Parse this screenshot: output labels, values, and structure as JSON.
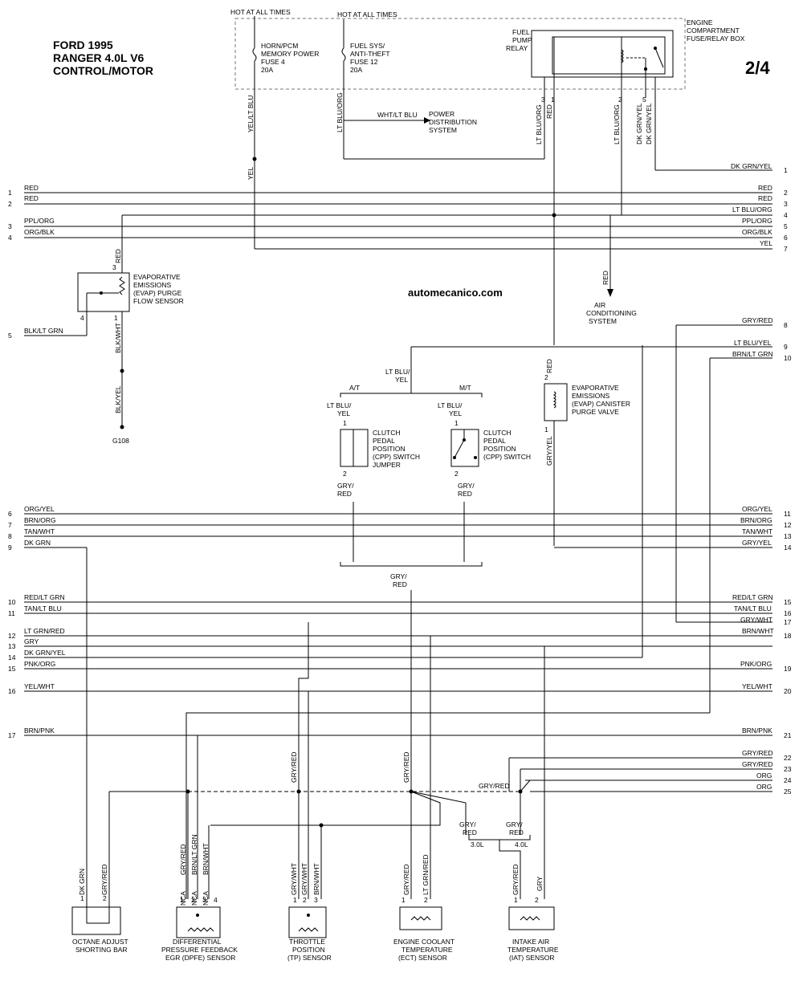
{
  "header": {
    "title_line1": "FORD 1995",
    "title_line2": "RANGER  4.0L V6",
    "title_line3": "CONTROL/MOTOR",
    "page": "2/4",
    "watermark": "automecanico.com"
  },
  "power": {
    "hot1": "HOT AT ALL TIMES",
    "hot2": "HOT AT ALL TIMES",
    "fuse4": [
      "HORN/PCM",
      "MEMORY POWER",
      "FUSE 4",
      "20A"
    ],
    "fuse12": [
      "FUEL SYS/",
      "ANTI-THEFT",
      "FUSE 12",
      "20A"
    ],
    "relay": [
      "FUEL",
      "PUMP",
      "RELAY"
    ],
    "fusebox": [
      "ENGINE",
      "COMPARTMENT",
      "FUSE/RELAY BOX"
    ],
    "pds": [
      "POWER",
      "DISTRIBUTION",
      "SYSTEM"
    ],
    "pds_wire": "WHT/LT BLU",
    "ac": [
      "AIR",
      "CONDITIONING",
      "SYSTEM"
    ]
  },
  "vertical_labels": {
    "yel_lt_blu": "YEL/LT BLU",
    "yel": "YEL",
    "lt_blu_org_a": "LT BLU/ORG",
    "lt_blu_org_b": "LT BLU/ORG",
    "red_relay": "RED",
    "lt_blu_org_c": "LT BLU/ORG",
    "dk_grn_yel_a": "DK GRN/YEL",
    "dk_grn_yel_b": "DK GRN/YEL",
    "red_evap": "RED",
    "blk_wht": "BLK/WHT",
    "blk_yel": "BLK/YEL",
    "red_ac": "RED",
    "red_canister": "RED",
    "gry_yel": "GRY/YEL"
  },
  "pins": {
    "relay_3": "3",
    "relay_1": "1",
    "relay_2": "2",
    "relay_5": "5",
    "evap_3": "3",
    "evap_4": "4",
    "evap_1": "1",
    "can_2": "2",
    "can_1": "1",
    "cpp1_1": "1",
    "cpp1_2": "2",
    "cpp2_1": "1",
    "cpp2_2": "2"
  },
  "left_numbers": [
    "1",
    "2",
    "3",
    "4",
    "5",
    "6",
    "7",
    "8",
    "9",
    "10",
    "11",
    "12",
    "13",
    "14",
    "15",
    "16",
    "17"
  ],
  "right_numbers": [
    "1",
    "2",
    "3",
    "4",
    "5",
    "6",
    "7",
    "8",
    "9",
    "10",
    "11",
    "12",
    "13",
    "14",
    "15",
    "16",
    "17",
    "18",
    "19",
    "20",
    "21",
    "22",
    "23",
    "24",
    "25"
  ],
  "wires": {
    "red1": "RED",
    "red2": "RED",
    "ppl_org": "PPL/ORG",
    "org_blk": "ORG/BLK",
    "blk_lt_grn": "BLK/LT GRN",
    "r_dk_grn_yel": "DK GRN/YEL",
    "r_red1": "RED",
    "r_red2": "RED",
    "r_lt_blu_org": "LT BLU/ORG",
    "r_ppl_org": "PPL/ORG",
    "r_org_blk": "ORG/BLK",
    "r_yel": "YEL",
    "r_gry_red": "GRY/RED",
    "r_lt_blu_yel": "LT BLU/YEL",
    "r_brn_lt_grn": "BRN/LT GRN",
    "org_yel": "ORG/YEL",
    "brn_org": "BRN/ORG",
    "tan_wht": "TAN/WHT",
    "dk_grn": "DK GRN",
    "r_org_yel": "ORG/YEL",
    "r_brn_org": "BRN/ORG",
    "r_tan_wht": "TAN/WHT",
    "r_gry_yel": "GRY/YEL",
    "red_lt_grn": "RED/LT GRN",
    "tan_lt_blu": "TAN/LT BLU",
    "r_red_lt_grn": "RED/LT GRN",
    "r_tan_lt_blu": "TAN/LT BLU",
    "r_gry_wht": "GRY/WHT",
    "lt_grn_red": "LT GRN/RED",
    "r_brn_wht": "BRN/WHT",
    "gry": "GRY",
    "dk_grn_yel": "DK GRN/YEL",
    "pnk_org": "PNK/ORG",
    "r_pnk_org": "PNK/ORG",
    "yel_wht": "YEL/WHT",
    "r_yel_wht": "YEL/WHT",
    "brn_pnk": "BRN/PNK",
    "r_brn_pnk": "BRN/PNK",
    "r_gry_red22": "GRY/RED",
    "r_gry_red23": "GRY/RED",
    "r_org24": "ORG",
    "r_org25": "ORG",
    "gry_red_mid": "GRY/RED"
  },
  "components": {
    "evap_sensor": [
      "EVAPORATIVE",
      "EMISSIONS",
      "(EVAP) PURGE",
      "FLOW SENSOR"
    ],
    "g108": "G108",
    "canister": [
      "EVAPORATIVE",
      "EMISSIONS",
      "(EVAP) CANISTER",
      "PURGE VALVE"
    ],
    "at": "A/T",
    "mt": "M/T",
    "lt_blu_yel_top": [
      "LT BLU/",
      "YEL"
    ],
    "lt_blu_yel_a": [
      "LT BLU/",
      "YEL"
    ],
    "lt_blu_yel_b": [
      "LT BLU/",
      "YEL"
    ],
    "cpp_jumper": [
      "CLUTCH",
      "PEDAL",
      "POSITION",
      "(CPP) SWITCH",
      "JUMPER"
    ],
    "cpp_switch": [
      "CLUTCH",
      "PEDAL",
      "POSITION",
      "(CPP) SWITCH"
    ],
    "gry_red_a": [
      "GRY/",
      "RED"
    ],
    "gry_red_b": [
      "GRY/",
      "RED"
    ],
    "gry_red_c": [
      "GRY/",
      "RED"
    ],
    "octane": [
      "OCTANE ADJUST",
      "SHORTING BAR"
    ],
    "dpfe": [
      "DIFFERENTIAL",
      "PRESSURE FEEDBACK",
      "EGR (DPFE) SENSOR"
    ],
    "tp": [
      "THROTTLE",
      "POSITION",
      "(TP) SENSOR"
    ],
    "ect": [
      "ENGINE COOLANT",
      "TEMPERATURE",
      "(ECT) SENSOR"
    ],
    "iat": [
      "INTAKE AIR",
      "TEMPERATURE",
      "(IAT) SENSOR"
    ],
    "l30": "3.0L",
    "l40": "4.0L",
    "gry_red_30": [
      "GRY/",
      "RED"
    ],
    "gry_red_40": [
      "GRY/",
      "RED"
    ]
  },
  "bottom_labels": {
    "dk_grn": "DK GRN",
    "gry_red_oct": "GRY/RED",
    "nca1": "NCA",
    "nca2": "NCA",
    "nca3": "NCA",
    "gry_red_dpfe": "GRY/RED",
    "brn_lt_grn": "BRN/LT GRN",
    "brn_wht": "BRN/WHT",
    "gry_wht_tp": "GRY/WHT",
    "gry_wht_tp2": "GRY/WHT",
    "brn_wht_tp": "BRN/WHT",
    "gry_red_ect": "GRY/RED",
    "lt_grn_red": "LT GRN/RED",
    "gry_red_iat": "GRY/RED",
    "gry_iat": "GRY",
    "gry_red_v1": "GRY/RED",
    "gry_red_v2": "GRY/RED"
  },
  "bottom_pins": {
    "oct1": "1",
    "oct2": "2",
    "d1": "1",
    "d2": "2",
    "d3": "3",
    "d4": "4",
    "tp1": "1",
    "tp2": "2",
    "tp3": "3",
    "e1": "1",
    "e2": "2",
    "i1": "1",
    "i2": "2"
  }
}
